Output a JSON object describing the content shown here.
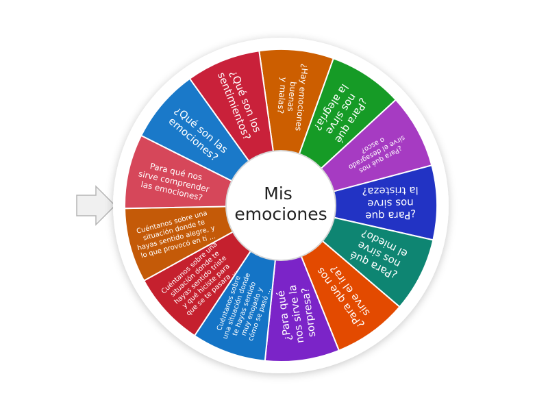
{
  "wheel": {
    "title_lines": [
      "Mis",
      "emociones"
    ],
    "segments": [
      {
        "lines": [
          "¿Hay emociones",
          "buenas",
          "y malas?"
        ],
        "color": "#cc5e00"
      },
      {
        "lines": [
          "¿Para qué",
          "nos sirve",
          "la alegría?"
        ],
        "color": "#169b26"
      },
      {
        "lines": [
          "¿Para qué nos",
          "sirve el desagrado",
          "o asco?"
        ],
        "color": "#a63bc2"
      },
      {
        "lines": [
          "¿Para que",
          "nos sirve",
          "la tristeza?"
        ],
        "color": "#2233c4"
      },
      {
        "lines": [
          "¿Para qué",
          "nos sirve",
          "el miedo?"
        ],
        "color": "#0e8572"
      },
      {
        "lines": [
          "¿Para que nos",
          "sirve el ira?"
        ],
        "color": "#e34a00"
      },
      {
        "lines": [
          "¿Para qué",
          "nos sirve la",
          "sorpresa?"
        ],
        "color": "#7b24c8"
      },
      {
        "lines": [
          "Cuéntanos sobre",
          "una situación donde",
          "te hayas sentido",
          "muy enojado y",
          "cómo se pasó ..."
        ],
        "color": "#1474c6"
      },
      {
        "lines": [
          "Cuéntanos sobre una",
          "situación donde te",
          "hayas sentido triste",
          "y qué hiciste para",
          "que se te pasara ..."
        ],
        "color": "#c5202e"
      },
      {
        "lines": [
          "Cuéntanos sobre una",
          "situación donde te",
          "hayas sentido alegre, y",
          "lo que provocó en ti ..."
        ],
        "color": "#c45a08"
      },
      {
        "lines": [
          "Para qué nos",
          "sirve comprender",
          "las emociones?"
        ],
        "color": "#d6475a"
      },
      {
        "lines": [
          "¿Qué son las",
          "emociones?"
        ],
        "color": "#1a79c9"
      },
      {
        "lines": [
          "¿Qué son los",
          "sentimientos?"
        ],
        "color": "#c9213a"
      }
    ]
  }
}
